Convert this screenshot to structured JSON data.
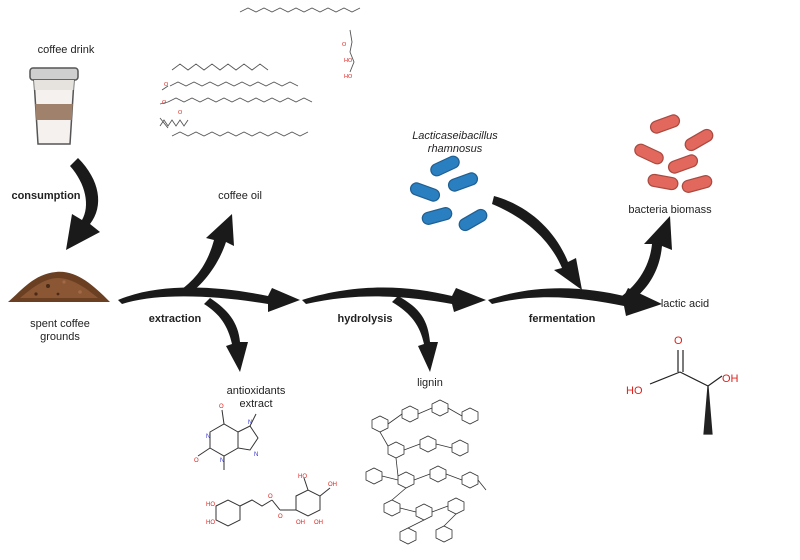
{
  "labels": {
    "coffee_drink": "coffee drink",
    "consumption": "consumption",
    "spent_line1": "spent coffee",
    "spent_line2": "grounds",
    "extraction": "extraction",
    "coffee_oil": "coffee oil",
    "antiox_line1": "antioxidants",
    "antiox_line2": "extract",
    "hydrolysis": "hydrolysis",
    "lignin": "lignin",
    "bacteria_line1": "Lacticaseibacillus",
    "bacteria_line2": "rhamnosus",
    "fermentation": "fermentation",
    "bacteria_biomass": "bacteria biomass",
    "lactic_acid": "lactic acid"
  },
  "chem_labels": {
    "O": "O",
    "OH": "OH",
    "HO": "HO",
    "N": "N"
  },
  "icons": {
    "cup": "coffee-cup-icon",
    "grounds": "coffee-grounds-icon",
    "blue_bacteria": "blue-bacteria-icon",
    "red_bacteria": "red-bacteria-icon"
  },
  "colors": {
    "arrow": "#1a1a1a",
    "oxygen": "#e0201c",
    "nitrogen": "#2f2fd0",
    "blue_bacteria": "#2a7fc0",
    "red_bacteria": "#e2675c",
    "grounds": "#6b3f22"
  }
}
